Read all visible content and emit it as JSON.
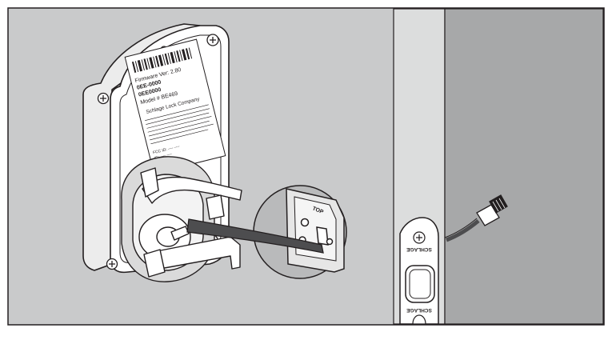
{
  "label": {
    "firmware_line": "Firmware Ver: 2.80",
    "code_line_1": "0EE-0000",
    "code_line_2": "0EE0000",
    "model_line": "Model # BE469",
    "company": "Schlage Lock Company",
    "footer_line_1": "FCC ID: ---- ----",
    "footer_line_2": "IC: ---- ----"
  },
  "strike_plate": {
    "brand_upper": "SCHLAGE",
    "brand_lower": "SCHLAGE"
  },
  "cutout": {
    "top_marking": "TOP"
  },
  "colors": {
    "wall_background": "#c9cacb",
    "door_edge": "#dcdddd",
    "door_face": "#a7a8a9",
    "outline": "#231f20",
    "housing_fill": "#ffffff"
  }
}
